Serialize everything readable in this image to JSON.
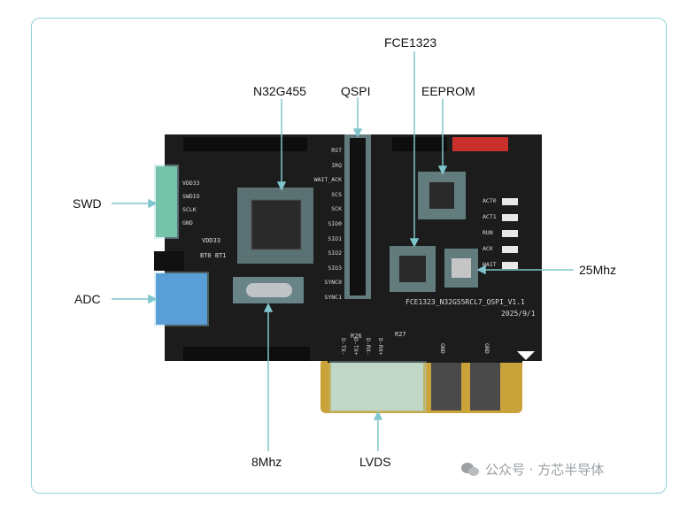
{
  "callouts": {
    "fce1323": "FCE1323",
    "n32g455": "N32G455",
    "qspi": "QSPI",
    "eeprom": "EEPROM",
    "swd": "SWD",
    "adc": "ADC",
    "mhz25": "25Mhz",
    "mhz8": "8Mhz",
    "lvds": "LVDS"
  },
  "silkscreen": {
    "board_name": "FCE1323_N32G55RCL7_QSPI_V1.1",
    "date": "2025/9/1",
    "qspi_pins": [
      "RST",
      "IRQ",
      "WAIT_ACK",
      "SCS",
      "SCK",
      "SIO0",
      "SIO1",
      "SIO2",
      "SIO3",
      "SYNC0",
      "SYNC1"
    ],
    "swd_pins": [
      "VDD33",
      "SWDIO",
      "SCLK",
      "GND"
    ],
    "leds": [
      "ACT0",
      "ACT1",
      "RUN",
      "ACK",
      "WAIT"
    ],
    "lvds_pins": [
      "D-TX-",
      "D-TX+",
      "D-RX-",
      "D-RX+"
    ],
    "gnd": "GND",
    "r26": "R26",
    "r27": "R27",
    "boot": "BT0 BT1",
    "vdd": "VDD33"
  },
  "watermark": "公众号 · 方芯半导体",
  "colors": {
    "board": "#1c1c1c",
    "frame": "#8fd3d8",
    "highlight": "#a8dbe0",
    "gold": "#d8b24a",
    "red_header": "#c9302c",
    "green_header": "#4caf7a",
    "blue_pot": "#2f7fd0"
  }
}
